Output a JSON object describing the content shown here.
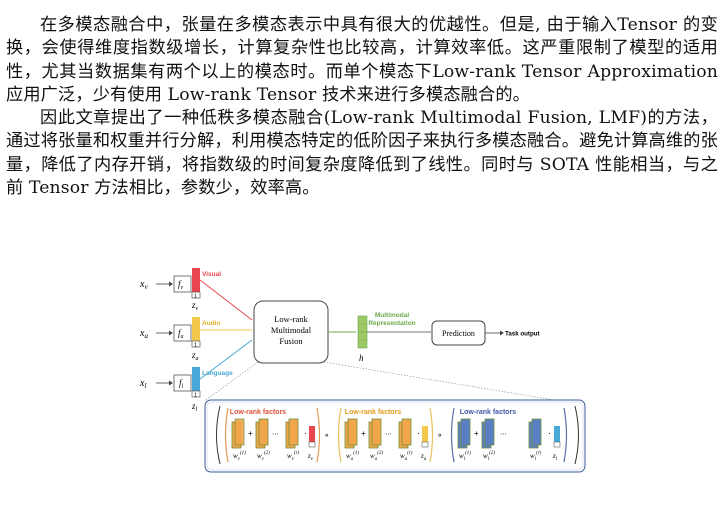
{
  "paragraphs": [
    "在多模态融合中，张量在多模态表示中具有很大的优越性。但是, 由于输入Tensor 的变换，会使得维度指数级增长，计算复杂性也比较高，计算效率低。这严重限制了模型的适用性，尤其当数据集有两个以上的模态时。而单个模态下Low-rank Tensor Approximation 应用广泛，少有使用 Low-rank Tensor 技术来进行多模态融合的。",
    "因此文章提出了一种低秩多模态融合(Low-rank Multimodal Fusion, LMF)的方法，通过将张量和权重并行分解，利用模态特定的低阶因子来执行多模态融合。避免计算高维的张量，降低了内存开销，将指数级的时间复杂度降低到了线性。同时与 SOTA 性能相当，与之前 Tensor 方法相比，参数少，效率高。"
  ],
  "figure": {
    "modalities": [
      {
        "input": "x_v",
        "sub": "v",
        "encoder": "f_v",
        "label": "Visual",
        "z": "z_v",
        "color": "#e8454f"
      },
      {
        "input": "x_a",
        "sub": "a",
        "encoder": "f_a",
        "label": "Audio",
        "z": "z_a",
        "color": "#f2c94c"
      },
      {
        "input": "x_l",
        "sub": "l",
        "encoder": "f_l",
        "label": "Language",
        "z": "z_l",
        "color": "#4aa8d8"
      }
    ],
    "one_label": "1",
    "fusion_label": [
      "Low-rank",
      "Multimodal",
      "Fusion"
    ],
    "multimodal_label": [
      "Multimodal",
      "Representation"
    ],
    "h_label": "h",
    "prediction_label": "Prediction",
    "task_output_label": "Task output",
    "factors_title": "Low-rank factors",
    "plus": "+",
    "dots": "⋯",
    "dot_op": "·",
    "w_sup": [
      "(1)",
      "(2)",
      "(r)"
    ],
    "factor_groups": [
      {
        "w": "w",
        "sub": "v",
        "z": "z_v",
        "zsub": "v",
        "title_color": "#e0513a",
        "bracket_color": "#e59a52"
      },
      {
        "w": "w",
        "sub": "a",
        "z": "z_a",
        "zsub": "a",
        "title_color": "#e09a1a",
        "bracket_color": "#e8c15a"
      },
      {
        "w": "w",
        "sub": "l",
        "z": "z_l",
        "zsub": "l",
        "title_color": "#3f59a8",
        "bracket_color": "#5a6fb0"
      }
    ]
  }
}
